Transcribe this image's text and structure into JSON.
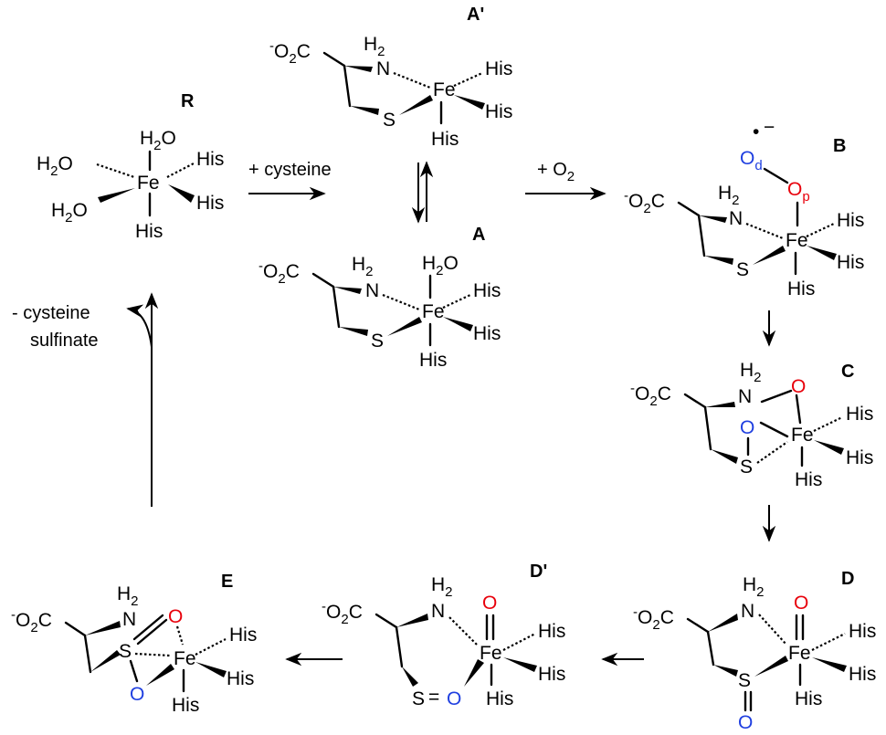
{
  "labels": {
    "R": "R",
    "A_prime": "A'",
    "A": "A",
    "B": "B",
    "C": "C",
    "D": "D",
    "D_prime": "D'",
    "E": "E"
  },
  "arrow_text": {
    "add_cysteine": "+ cysteine",
    "add_o2": "+ O",
    "add_o2_sub": "2",
    "release_1": "- cysteine",
    "release_2": "sulfinate"
  },
  "atoms": {
    "fe": "Fe",
    "his": "His",
    "n": "N",
    "s": "S",
    "o": "O",
    "h": "H",
    "h2_sub": "2",
    "co2_minus": "-",
    "co2_o": "O",
    "co2_sub": "2",
    "co2_c": "C",
    "od_sub": "d",
    "op_sub": "p",
    "radical_dot": "•",
    "radical_minus": "−",
    "equals": "=",
    "h2o_o": "O",
    "h2o_sub": "2",
    "h2o_h": "H"
  }
}
